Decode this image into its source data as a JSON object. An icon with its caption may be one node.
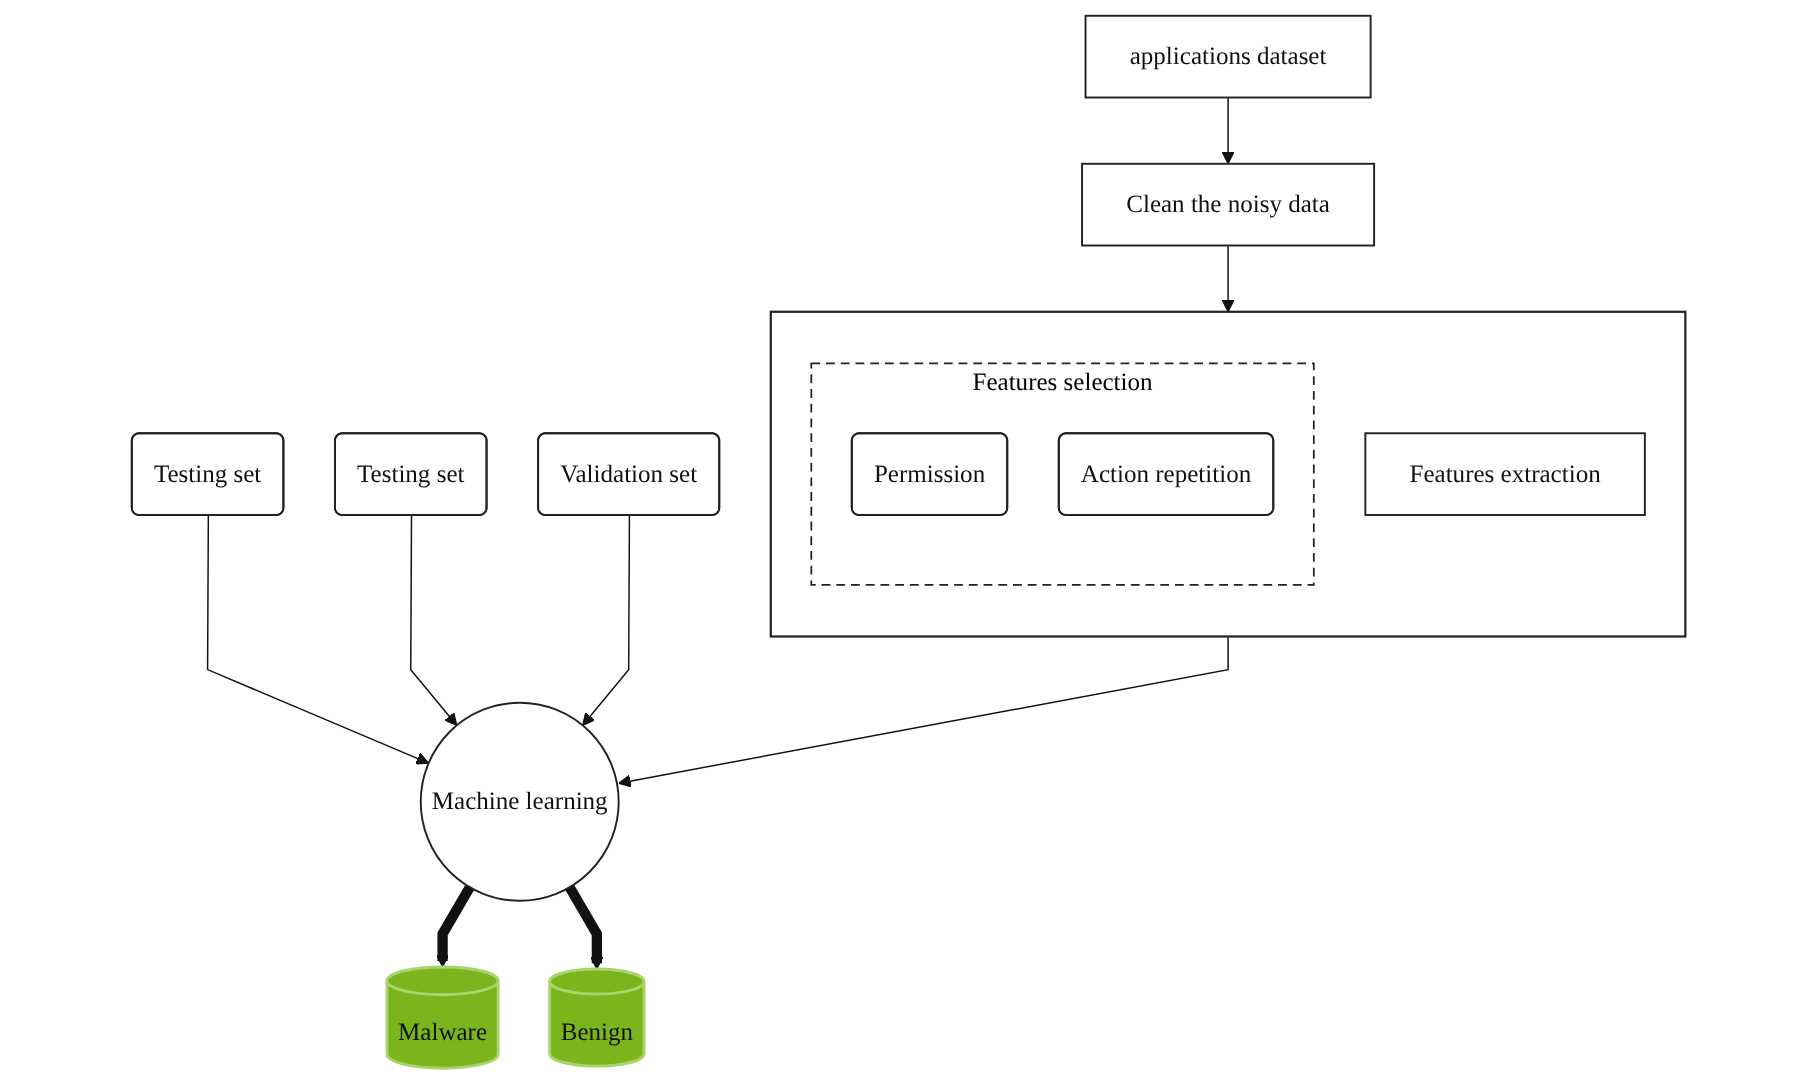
{
  "diagram": {
    "nodes": [
      {
        "text": [
          "applications dataset"
        ]
      },
      {
        "text": [
          "Clean the noisy data"
        ]
      },
      {
        "text": [],
        "shape": "box"
      },
      {
        "text": [
          "Features extraction"
        ],
        "in": 2
      },
      {
        "text": [
          "Features selection"
        ],
        "in": 2
      },
      {
        "text": [
          "Permission"
        ],
        "in": 4
      },
      {
        "text": [
          "Action repetition"
        ],
        "in": 4
      },
      {
        "text": [
          "Testing set"
        ]
      },
      {
        "text": [
          "Testing set"
        ]
      },
      {
        "text": [
          "Validation set"
        ]
      },
      {
        "text": [
          "Machine learning"
        ]
      },
      {
        "text": [
          "Malware"
        ]
      },
      {
        "text": [
          "Benign"
        ]
      }
    ],
    "edges": [
      {
        "from": 0,
        "to": 1,
        "arrow": "to"
      },
      {
        "from": 1,
        "to": 2,
        "arrow": "to"
      },
      {
        "from": 2,
        "to": 10,
        "arrow": "to"
      },
      {
        "from": 7,
        "to": 10,
        "arrow": "to"
      },
      {
        "from": 8,
        "to": 10,
        "arrow": "to"
      },
      {
        "from": 9,
        "to": 10,
        "arrow": "to"
      },
      {
        "from": 10,
        "to": 11,
        "arrow": "to",
        "style": "thick"
      },
      {
        "from": 10,
        "to": 12,
        "arrow": "to",
        "style": "thick"
      }
    ]
  }
}
